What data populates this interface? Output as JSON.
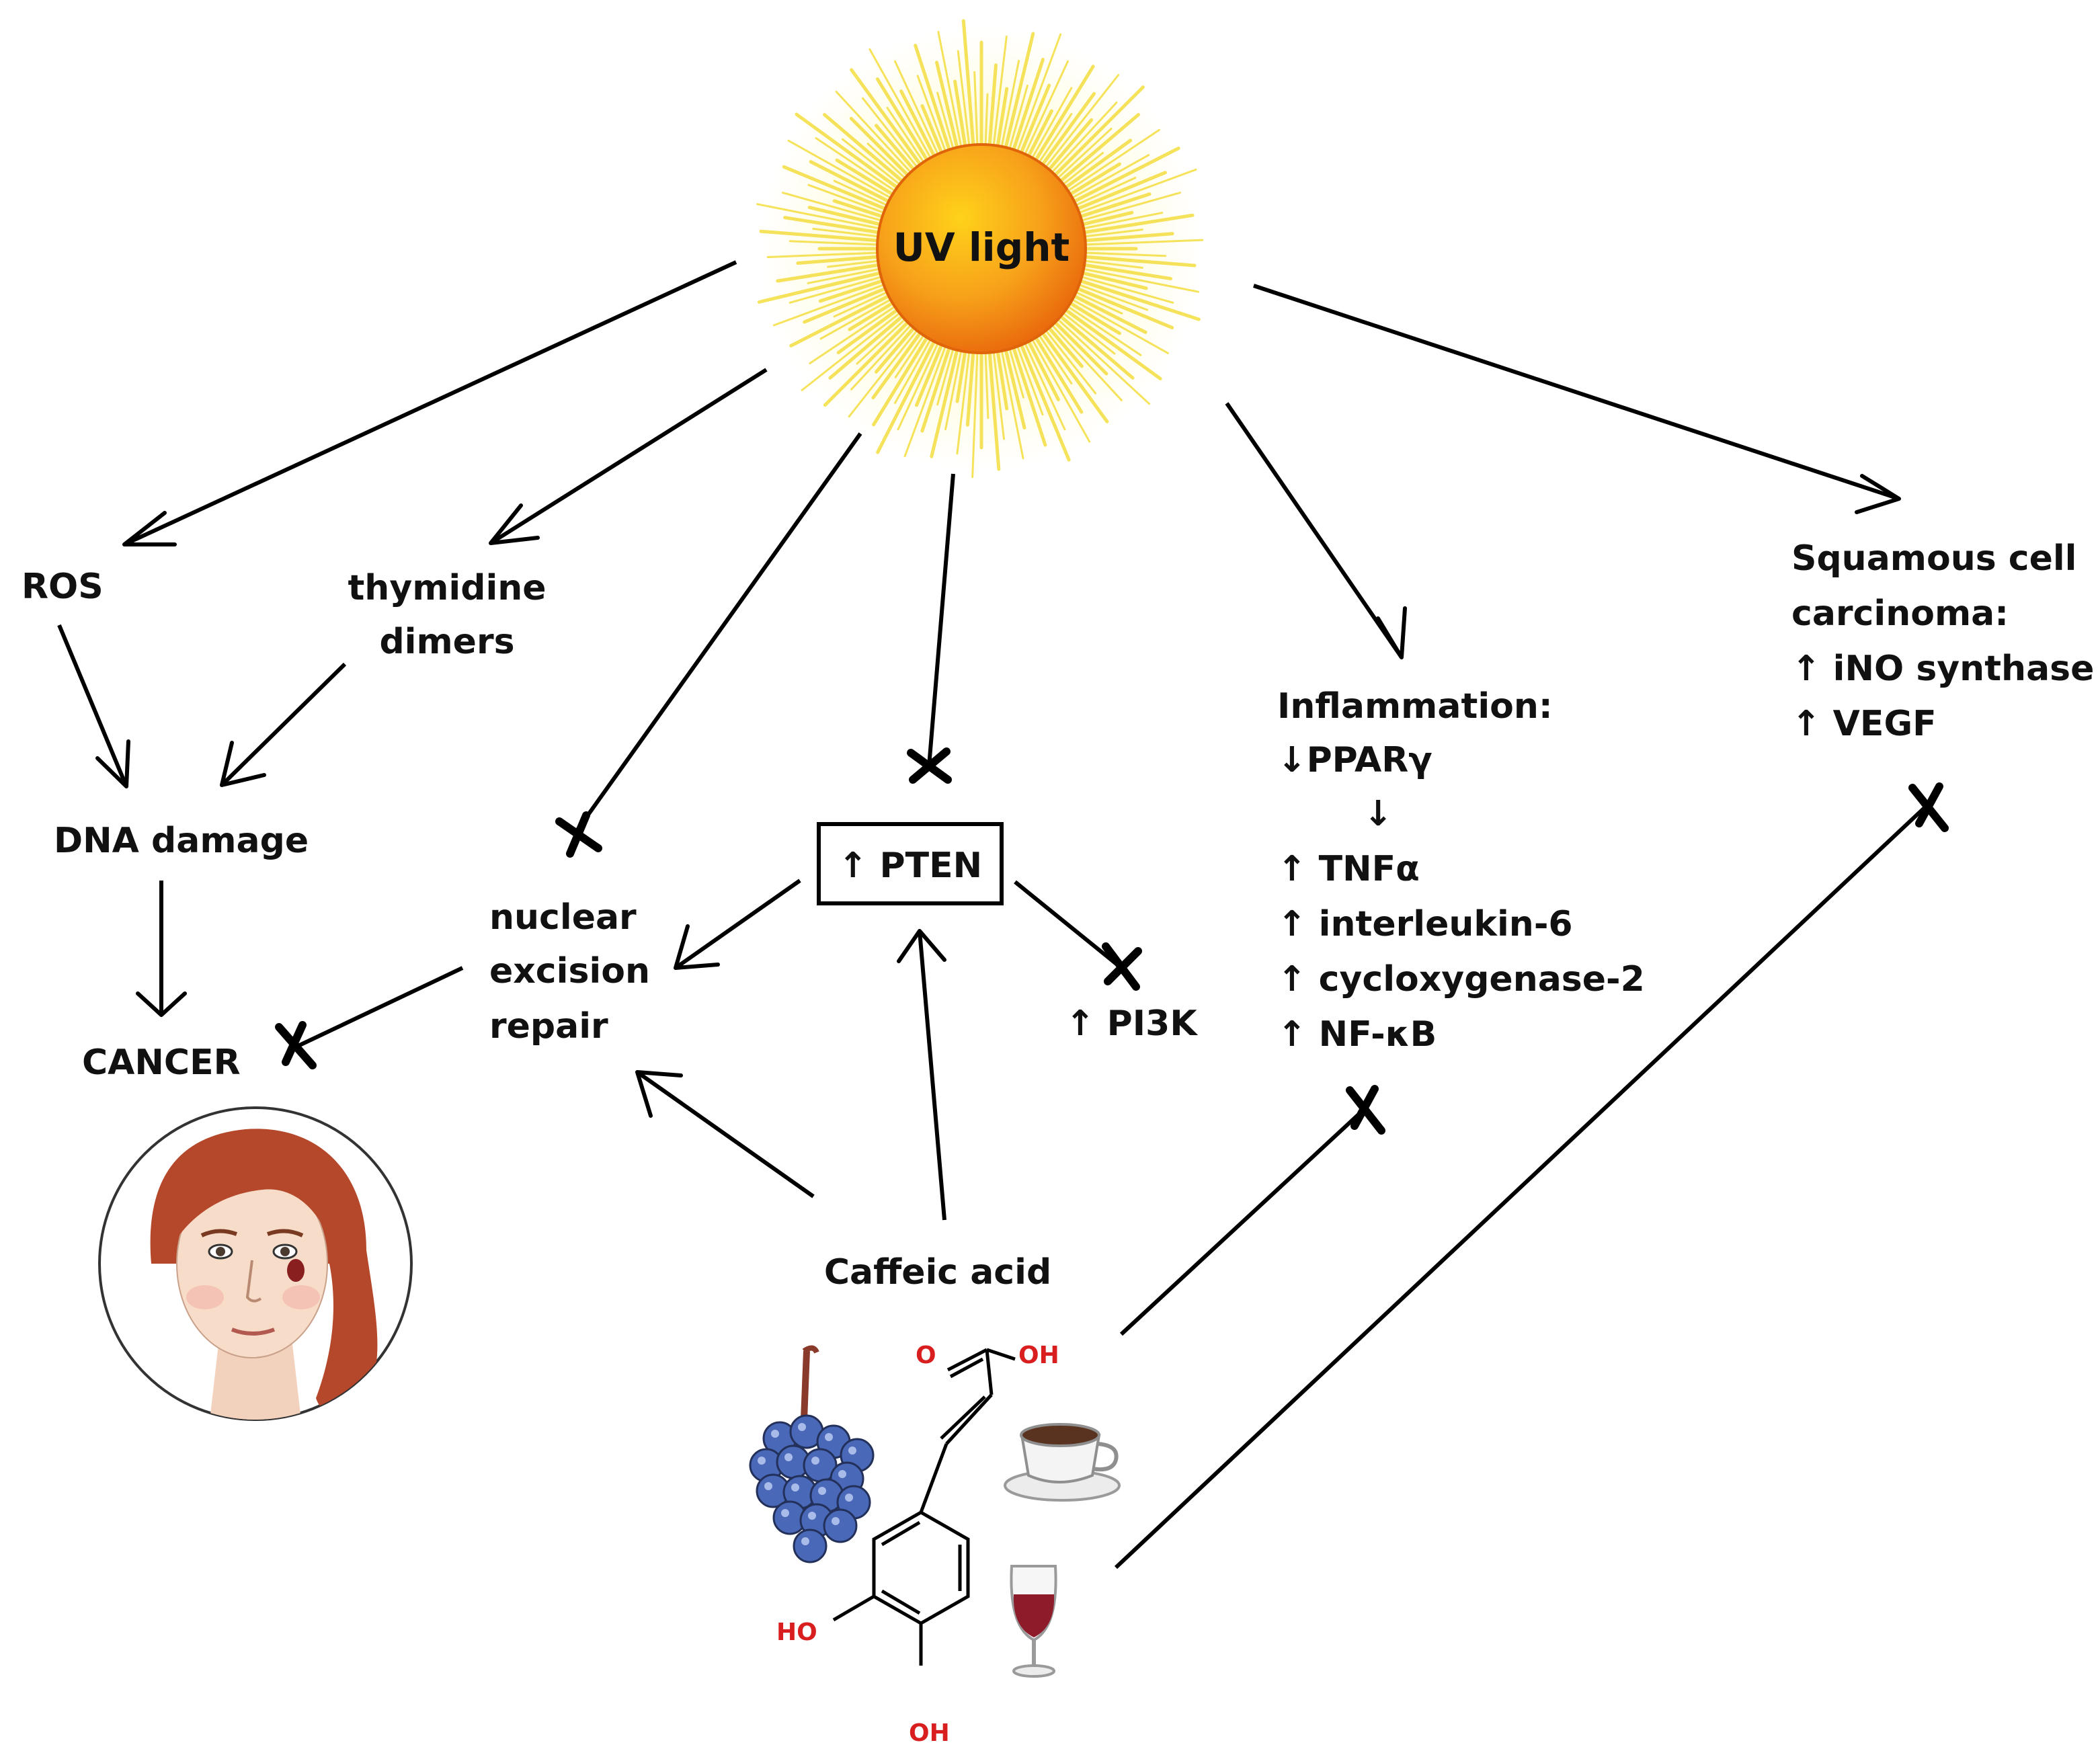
{
  "sun": {
    "label": "UV light",
    "core_color": "#f07a10",
    "ray_color": "#f5e04a"
  },
  "labels": {
    "ros": "ROS",
    "thymidine_1": "thymidine",
    "thymidine_2": "dimers",
    "dna_damage": "DNA damage",
    "cancer": "CANCER",
    "ner_1": "nuclear",
    "ner_2": "excision",
    "ner_3": "repair",
    "pten": "↑ PTEN",
    "pi3k": "↑ PI3K",
    "inflammation_title": "Inflammation:",
    "ppar": "↓PPARγ",
    "down_arrow": "↓",
    "tnf": "↑ TNFα",
    "il6": "↑ interleukin-6",
    "cox2": "↑ cycloxygenase-2",
    "nfkb": "↑ NF-κB",
    "scc_1": "Squamous cell",
    "scc_2": "carcinoma:",
    "ino": "↑ iNO synthase",
    "vegf": "↑ VEGF",
    "caffeic": "Caffeic acid"
  },
  "molecule": {
    "o": "O",
    "oh_top": "OH",
    "ho": "HO",
    "oh_bottom": "OH"
  },
  "icons": {
    "face": "woman-face-icon",
    "berries": "berries-icon",
    "coffee": "coffee-cup-icon",
    "wine": "wine-glass-icon"
  }
}
